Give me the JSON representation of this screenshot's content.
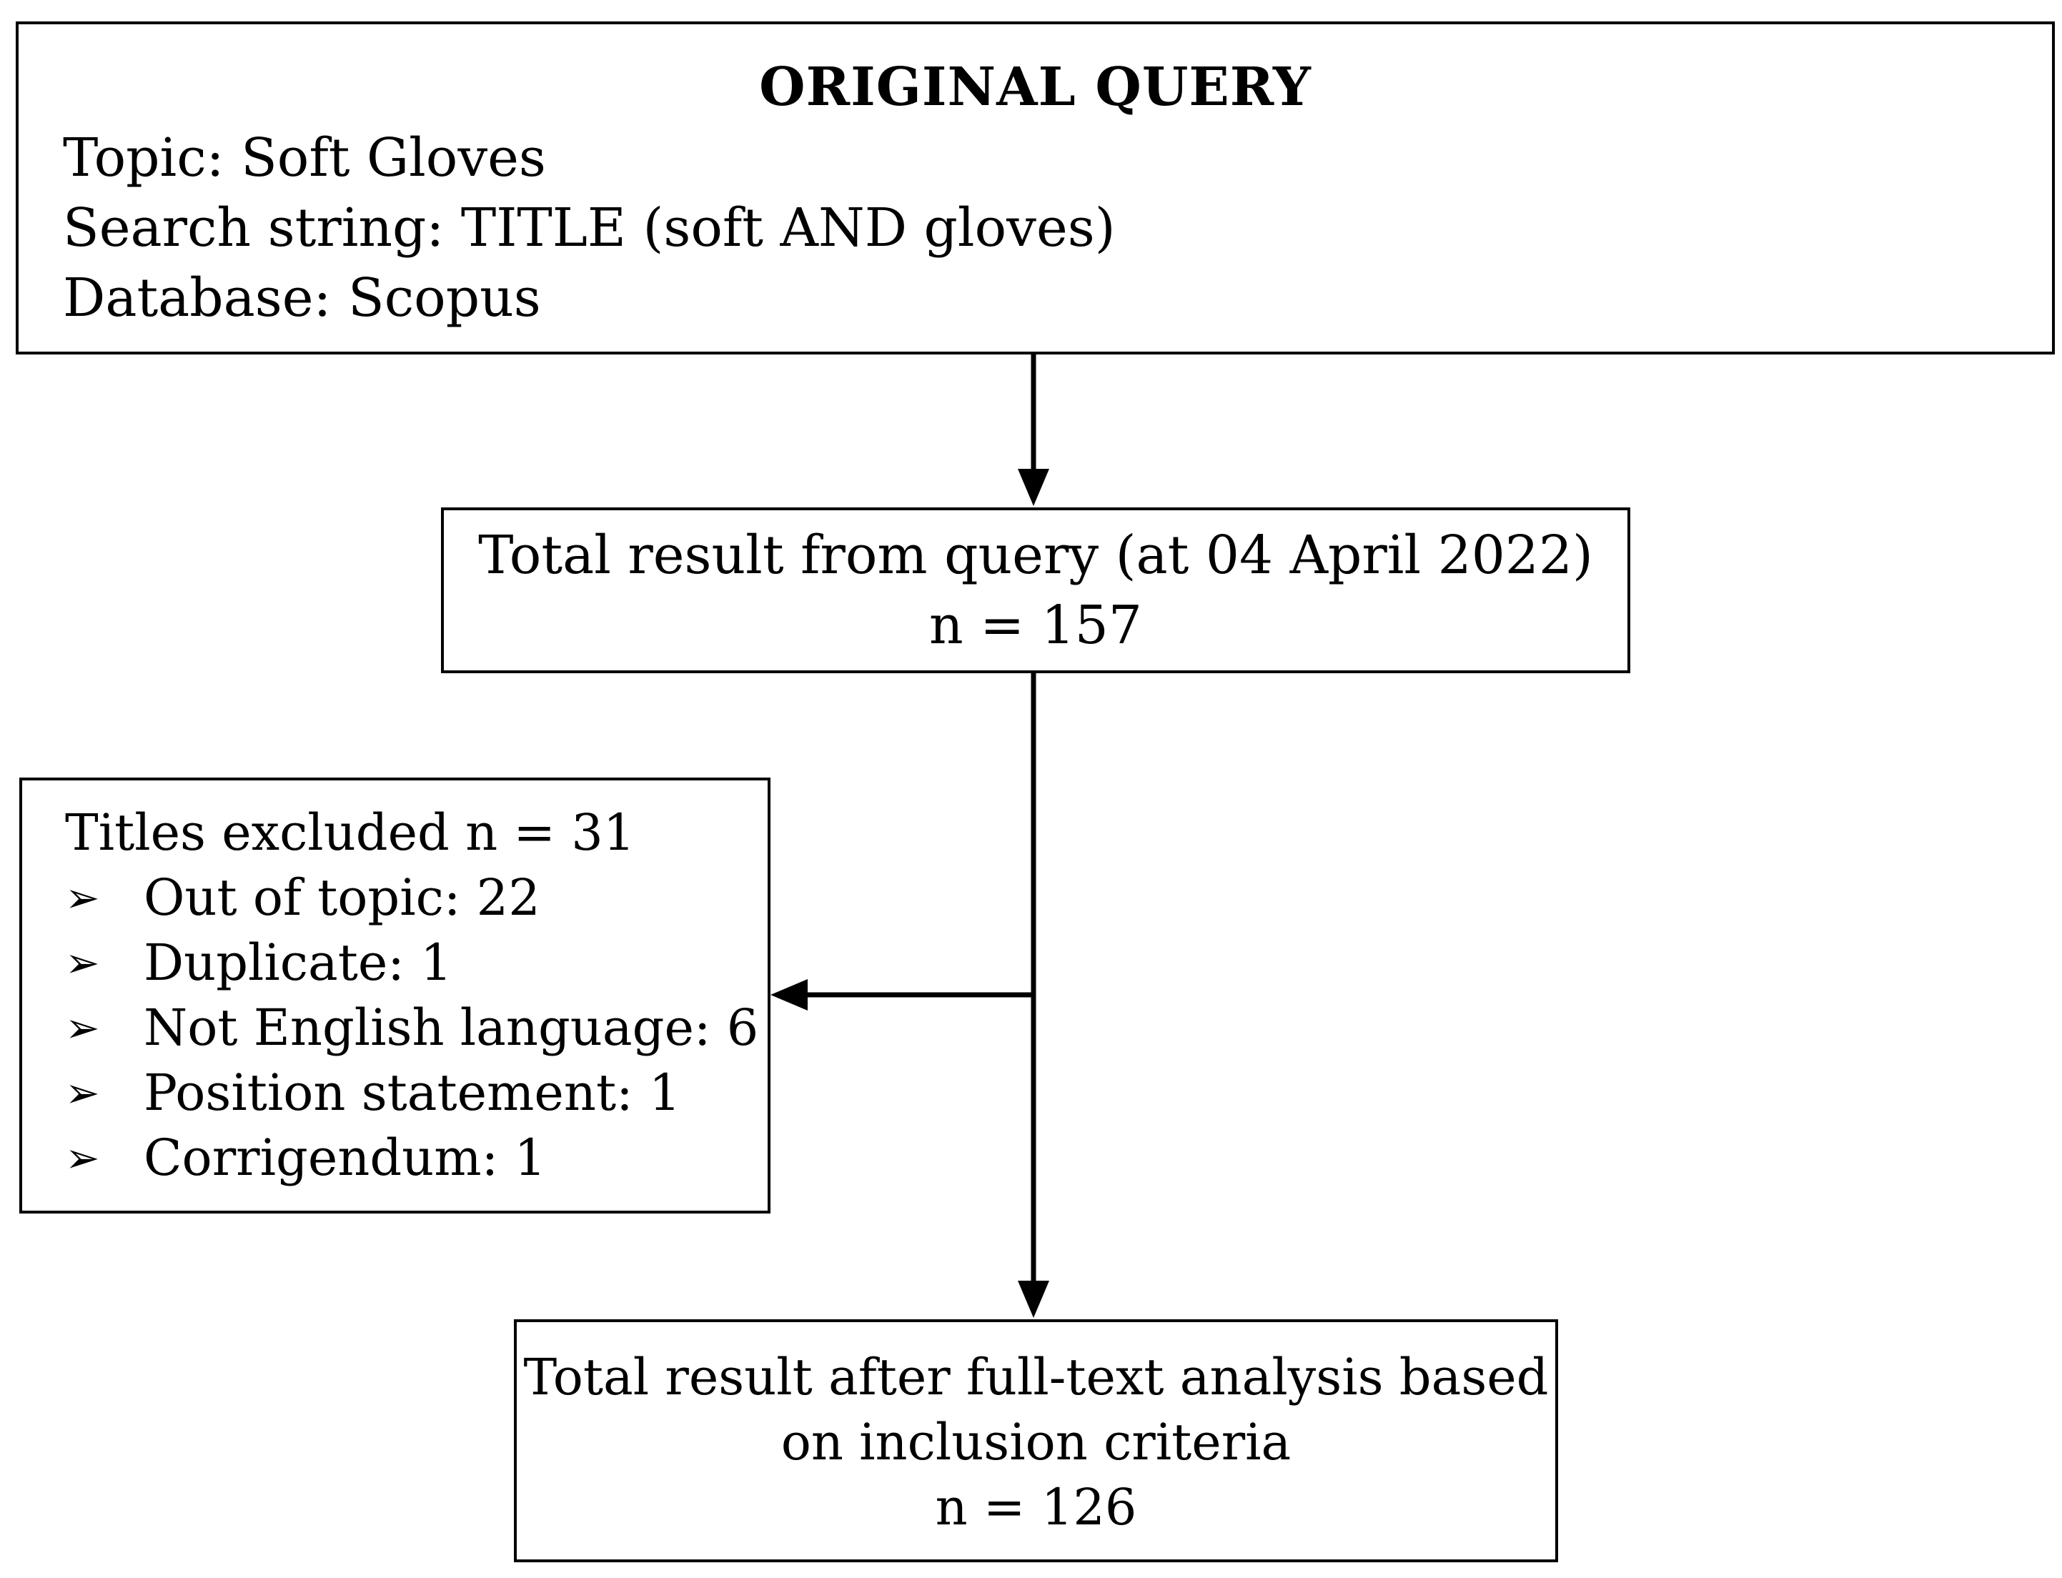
{
  "query_box": {
    "heading": "ORIGINAL QUERY",
    "topic": "Topic: Soft Gloves",
    "search_string": "Search string: TITLE (soft AND gloves)",
    "database": "Database: Scopus"
  },
  "total_box": {
    "line1": "Total result from query (at 04 April 2022)",
    "line2": "n = 157"
  },
  "excluded_box": {
    "title": "Titles excluded n = 31",
    "bullet_symbol": "➢",
    "items": [
      "Out of topic: 22",
      "Duplicate: 1",
      "Not English language: 6",
      "Position statement: 1",
      "Corrigendum: 1"
    ]
  },
  "final_box": {
    "line1": "Total result after full-text analysis based",
    "line2": "on inclusion criteria",
    "line3": "n = 126"
  }
}
